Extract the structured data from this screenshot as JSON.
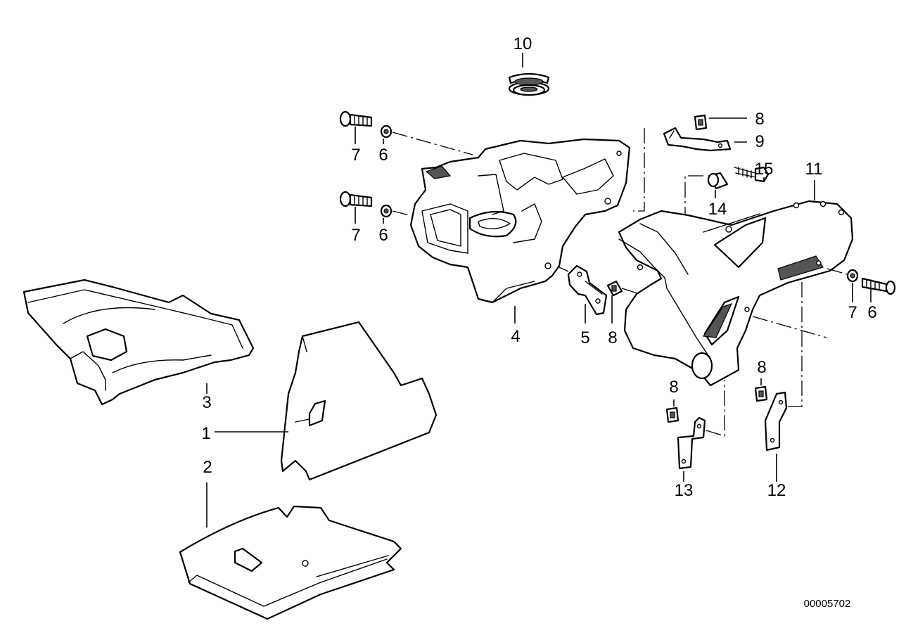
{
  "callouts": {
    "c1": "1",
    "c2": "2",
    "c3": "3",
    "c4": "4",
    "c5": "5",
    "c6a": "6",
    "c6b": "6",
    "c6c": "6",
    "c7a": "7",
    "c7b": "7",
    "c7c": "7",
    "c8a": "8",
    "c8b": "8",
    "c8c": "8",
    "c8d": "8",
    "c9": "9",
    "c10": "10",
    "c11": "11",
    "c12": "12",
    "c13": "13",
    "c14": "14",
    "c15": "15"
  },
  "drawing_number": "00005702"
}
